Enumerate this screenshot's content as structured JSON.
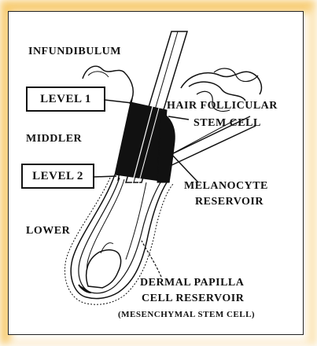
{
  "labels": {
    "infundibulum": "INFUNDIBULUM",
    "level1": "LEVEL 1",
    "middler": "MIDDLER",
    "level2": "LEVEL 2",
    "lower": "LOWER",
    "stem_cell_1": "HAIR FOLLICULAR",
    "stem_cell_2": "STEM CELL",
    "melanocyte_1": "MELANOCYTE",
    "melanocyte_2": "RESERVOIR",
    "dermal_1": "DERMAL PAPILLA",
    "dermal_2": "CELL RESERVOIR",
    "dermal_3": "(MESENCHYMAL STEM CELL)"
  },
  "colors": {
    "frame_glow": "#f7c96a",
    "ink": "#111111",
    "fill_dark": "#111111"
  }
}
